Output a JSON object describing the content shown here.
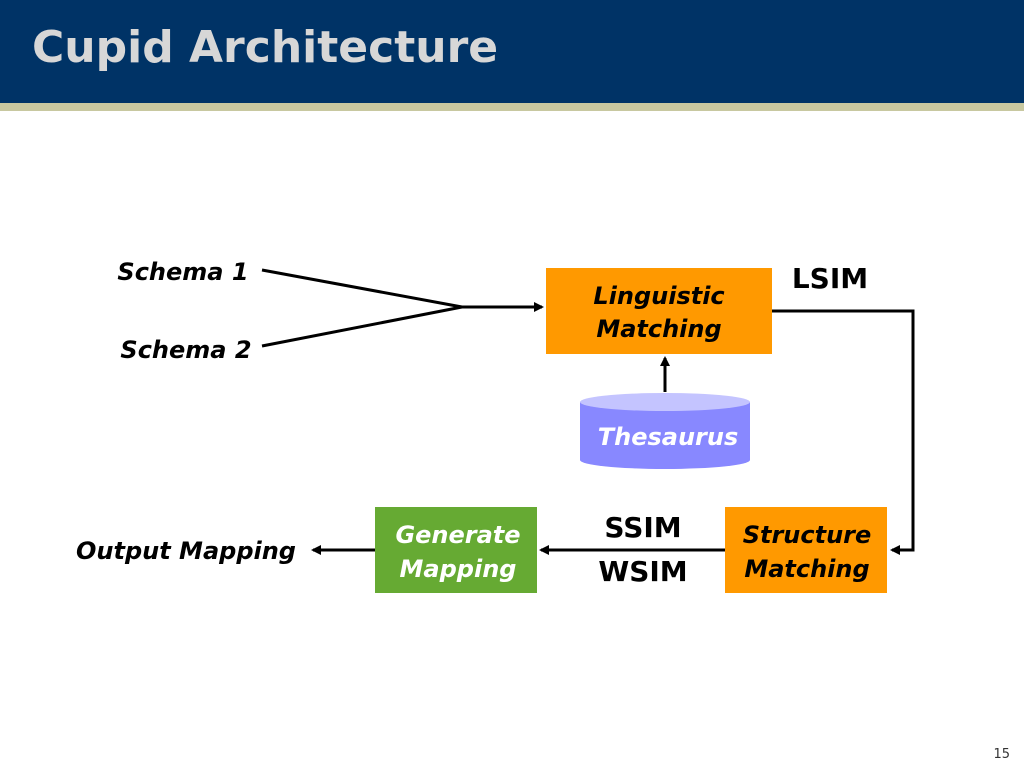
{
  "slide": {
    "title": "Cupid Architecture",
    "page_number": "15"
  },
  "diagram": {
    "inputs": [
      "Schema 1",
      "Schema 2"
    ],
    "linguistic_box": {
      "line1": "Linguistic",
      "line2": "Matching"
    },
    "thesaurus": "Thesaurus",
    "structure_box": {
      "line1": "Structure",
      "line2": "Matching"
    },
    "generate_box": {
      "line1": "Generate",
      "line2": "Mapping"
    },
    "lsim": "LSIM",
    "ssim": "SSIM",
    "wsim": "WSIM",
    "output": "Output Mapping"
  },
  "colors": {
    "header": "#003366",
    "orange_box": "#ff9900",
    "green_box": "#66aa33",
    "thesaurus": "#8888ff"
  }
}
